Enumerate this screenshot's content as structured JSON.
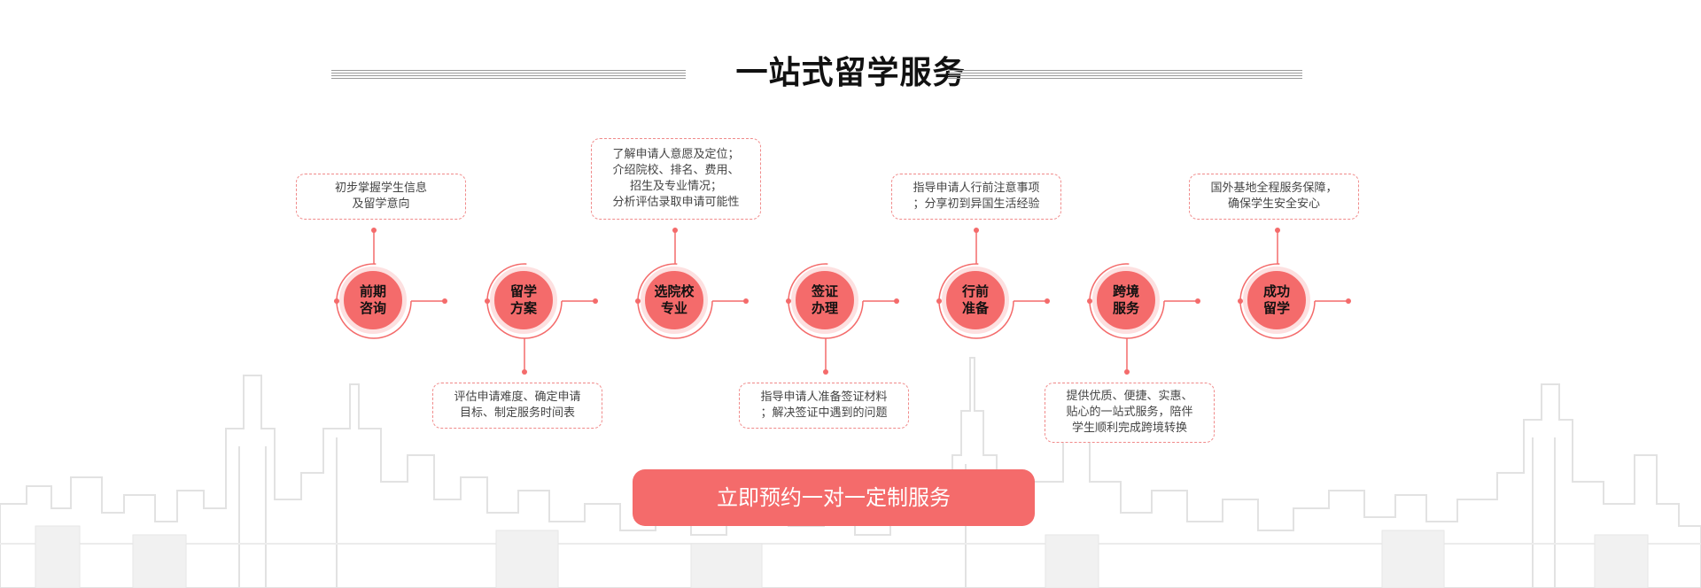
{
  "title": "一站式留学服务",
  "steps": [
    {
      "line1": "前期",
      "line2": "咨询"
    },
    {
      "line1": "留学",
      "line2": "方案"
    },
    {
      "line1": "选院校",
      "line2": "专业"
    },
    {
      "line1": "签证",
      "line2": "办理"
    },
    {
      "line1": "行前",
      "line2": "准备"
    },
    {
      "line1": "跨境",
      "line2": "服务"
    },
    {
      "line1": "成功",
      "line2": "留学"
    }
  ],
  "descriptions": [
    "初步掌握学生信息\n及留学意向",
    "评估申请难度、确定申请\n目标、制定服务时间表",
    "了解申请人意愿及定位；\n介绍院校、排名、费用、\n招生及专业情况；\n分析评估录取申请可能性",
    "指导申请人准备签证材料\n；解决签证中遇到的问题",
    "指导申请人行前注意事项\n；分享初到异国生活经验",
    "提供优质、便捷、实惠、\n贴心的一站式服务，陪伴\n学生顺利完成跨境转换",
    "国外基地全程服务保障，\n确保学生安全安心"
  ],
  "cta": "立即预约一对一定制服务",
  "colors": {
    "accent": "#f46b6b",
    "accent_light": "#fde0e0",
    "dashed_border": "#f08a8a",
    "skyline": "#e4e4e4"
  }
}
